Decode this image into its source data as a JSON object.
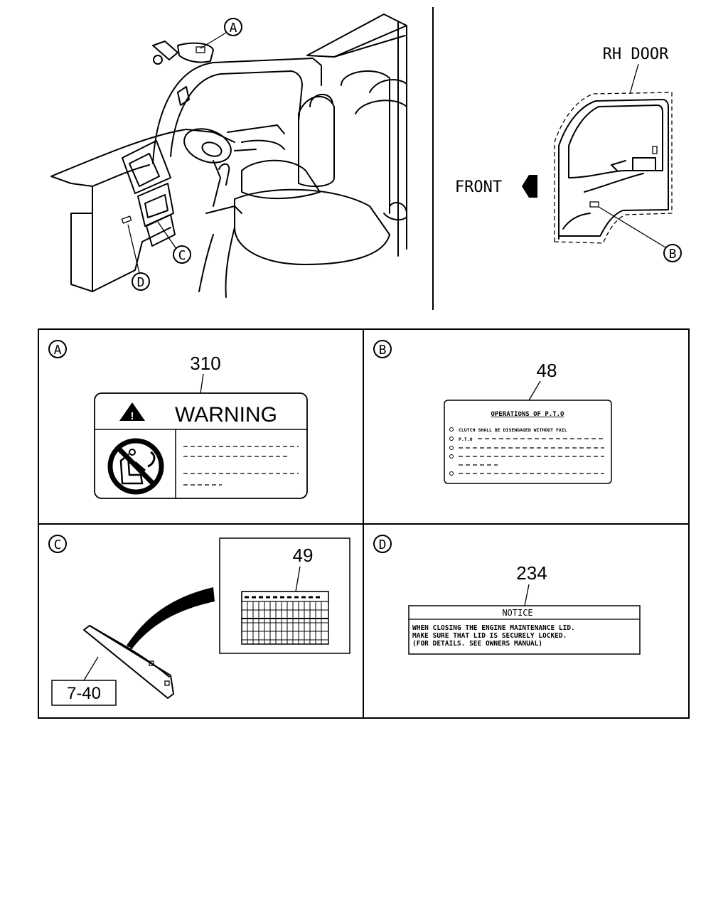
{
  "callouts": {
    "a": "A",
    "b": "B",
    "c": "C",
    "d": "D"
  },
  "door_view": {
    "title": "RH DOOR",
    "front_label": "FRONT"
  },
  "panels": {
    "a": {
      "part_number": "310",
      "label_heading": "WARNING"
    },
    "b": {
      "part_number": "48",
      "label_heading": "OPERATIONS OF P.T.O",
      "line_1": "CLUTCH SHALL BE DISENGAGED WITHOUT FAIL",
      "line_2": "P.T.O"
    },
    "c": {
      "part_number": "49",
      "reference": "7-40"
    },
    "d": {
      "part_number": "234",
      "label_heading": "NOTICE",
      "line_1": "WHEN CLOSING THE ENGINE MAINTENANCE LID.",
      "line_2": "MAKE SURE THAT LID IS SECURELY LOCKED.",
      "line_3": "(FOR DETAILS. SEE OWNERS MANUAL)"
    }
  }
}
